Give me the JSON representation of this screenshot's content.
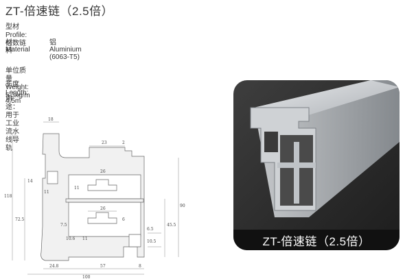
{
  "title": "ZT-倍速链（2.5倍）",
  "specs": {
    "profile_label": "型材 Profile: 倍数链",
    "material_label_cn": "材料",
    "material_label_en": "Material",
    "material_value_cn": "铝",
    "material_value_en": "Aluminium",
    "material_grade": "(6063-T5)",
    "weight": "单位质量  Weight: 5.3kg/m",
    "length": "长度  Length: 4.5m",
    "usage": "用途：用于工业流水线导轨"
  },
  "dimensions": {
    "d18": "18",
    "d23": "23",
    "d2": "2",
    "d26a": "26",
    "d26b": "26",
    "d11a": "11",
    "d11b": "11",
    "d11c": "11",
    "d14": "14",
    "d118": "118",
    "d72_5": "72.5",
    "d90": "90",
    "d45_5": "45.5",
    "d7_5": "7.5",
    "d6": "6",
    "d6_5": "6.5",
    "d10_5": "10.5",
    "d10_6": "10.6",
    "d24_8": "24.8",
    "d57": "57",
    "d8": "8",
    "d100": "100"
  },
  "photo_caption": "ZT-倍速链（2.5倍）",
  "colors": {
    "photo_bg": "#2f2f2f",
    "caption_bg": "#111111",
    "profile_fill": "#eeeeee",
    "metal": "#c9ccd0"
  }
}
